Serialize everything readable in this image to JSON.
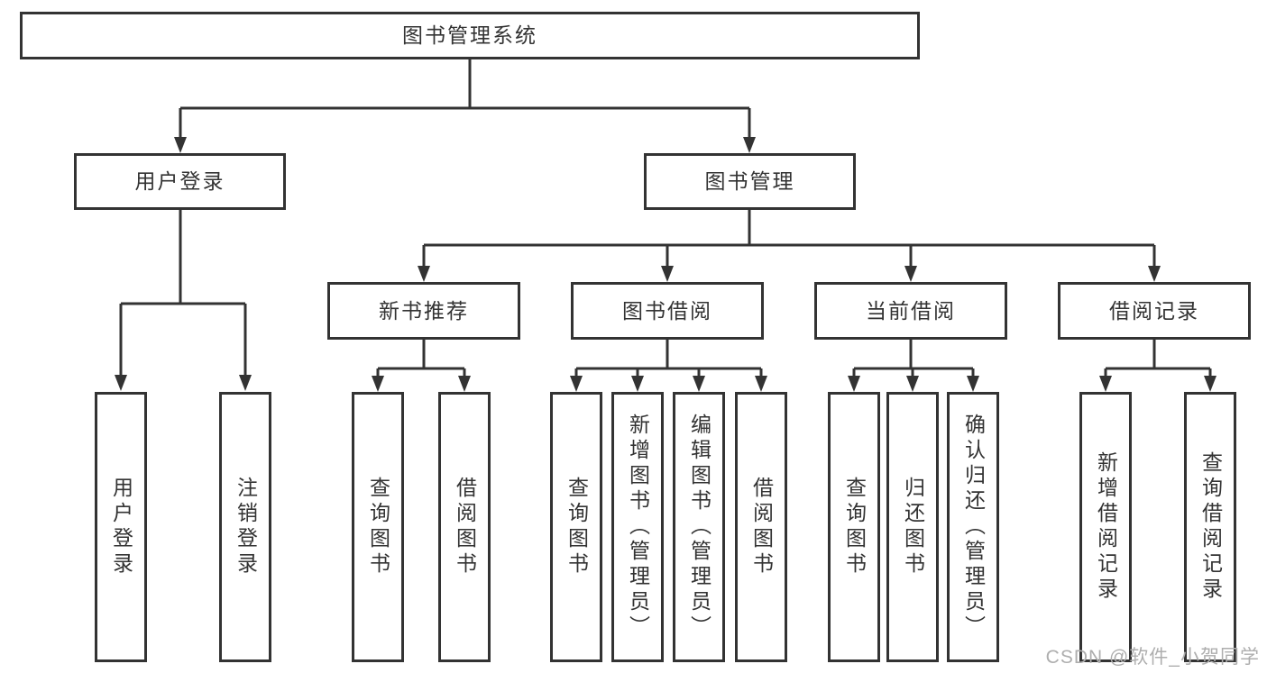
{
  "tree": {
    "root": "图书管理系统",
    "branches": [
      {
        "label": "用户登录",
        "children": [
          "用户登录",
          "注销登录"
        ]
      },
      {
        "label": "图书管理",
        "sections": [
          {
            "label": "新书推荐",
            "children": [
              "查询图书",
              "借阅图书"
            ]
          },
          {
            "label": "图书借阅",
            "children": [
              "查询图书",
              "新增图书（管理员）",
              "编辑图书（管理员）",
              "借阅图书"
            ]
          },
          {
            "label": "当前借阅",
            "children": [
              "查询图书",
              "归还图书",
              "确认归还（管理员）"
            ]
          },
          {
            "label": "借阅记录",
            "children": [
              "新增借阅记录",
              "查询借阅记录"
            ]
          }
        ]
      }
    ]
  },
  "watermark": "CSDN @软件_小贺同学",
  "colors": {
    "line": "#333333",
    "text": "#333333",
    "watermark": "#aeaeae",
    "background": "#ffffff"
  }
}
